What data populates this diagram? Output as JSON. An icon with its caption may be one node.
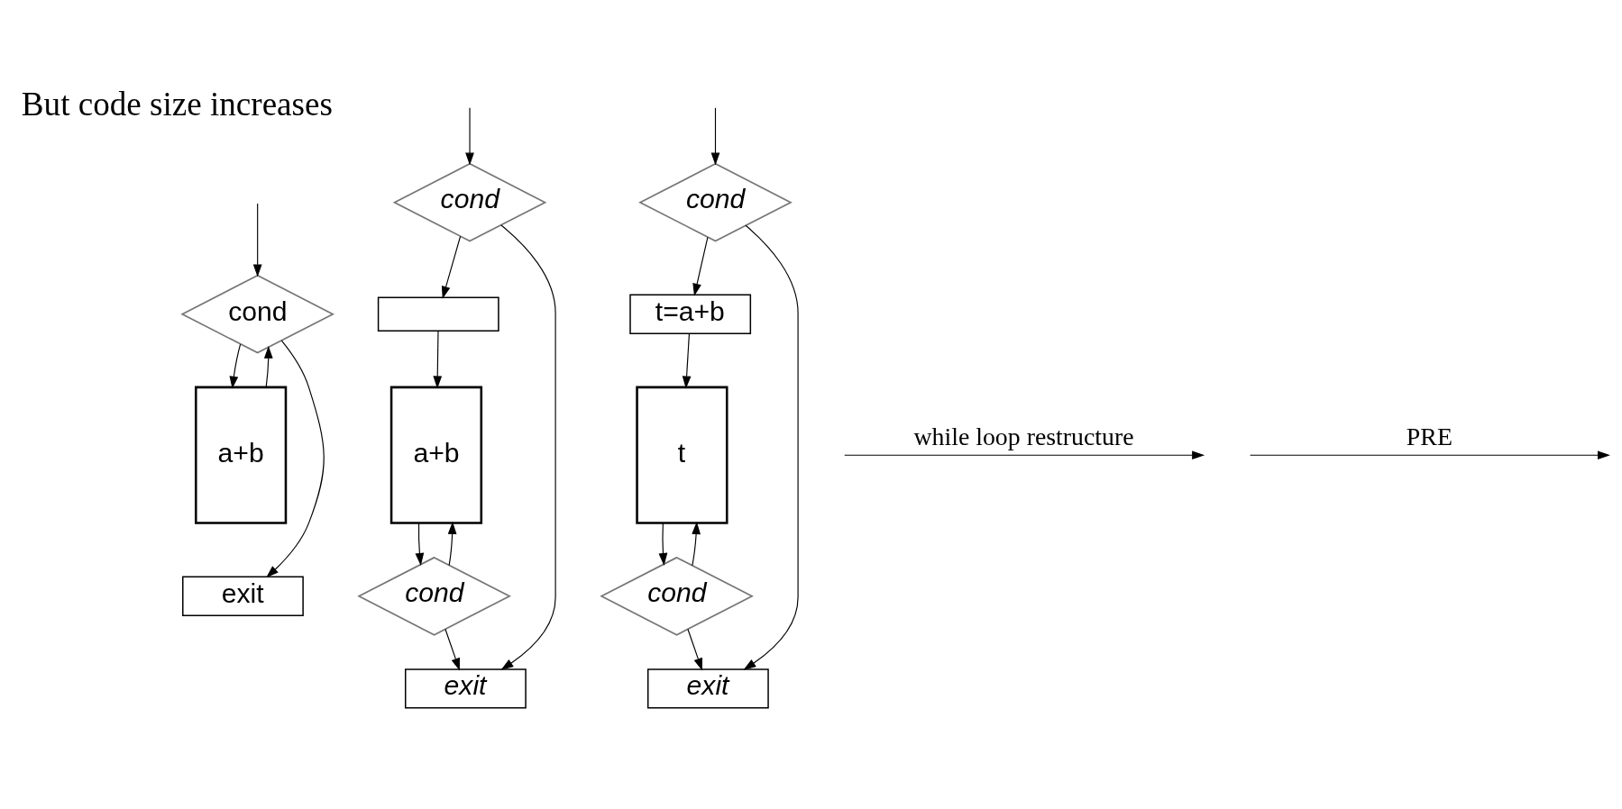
{
  "diagram": {
    "nodes": [
      {
        "text": [
          "cond"
        ]
      },
      {
        "text": [
          "a+b"
        ]
      },
      {
        "text": [
          "exit"
        ]
      },
      {
        "text": [
          "cond"
        ]
      },
      {
        "text": [],
        "shape": "box"
      },
      {
        "text": [
          "a+b"
        ]
      },
      {
        "text": [
          "cond"
        ]
      },
      {
        "text": [
          "exit"
        ]
      },
      {
        "text": [
          "cond"
        ]
      },
      {
        "text": [
          "t=a+b"
        ]
      },
      {
        "text": [
          "t"
        ]
      },
      {
        "text": [
          "cond"
        ]
      },
      {
        "text": [
          "exit"
        ]
      }
    ],
    "edges": [
      {
        "from": null,
        "to": 0,
        "arrow": "to"
      },
      {
        "from": 0,
        "to": 1,
        "arrow": "to"
      },
      {
        "from": 1,
        "to": 0,
        "arrow": "to"
      },
      {
        "from": 0,
        "to": 2,
        "arrow": "to"
      },
      {
        "from": null,
        "to": 3,
        "arrow": "to"
      },
      {
        "from": 3,
        "to": 4,
        "arrow": "to"
      },
      {
        "from": 4,
        "to": 5,
        "arrow": "to"
      },
      {
        "from": 6,
        "to": 5,
        "arrow": "to"
      },
      {
        "from": 5,
        "to": 6,
        "arrow": "to"
      },
      {
        "from": 6,
        "to": 7,
        "arrow": "to"
      },
      {
        "from": 3,
        "to": 7,
        "arrow": "to"
      },
      {
        "from": null,
        "to": 8,
        "arrow": "to"
      },
      {
        "from": 8,
        "to": 9,
        "arrow": "to"
      },
      {
        "from": 9,
        "to": 10,
        "arrow": "to"
      },
      {
        "from": 11,
        "to": 10,
        "arrow": "to"
      },
      {
        "from": 10,
        "to": 11,
        "arrow": "to"
      },
      {
        "from": 11,
        "to": 12,
        "arrow": "to"
      },
      {
        "from": 8,
        "to": 12,
        "arrow": "to"
      }
    ],
    "labels": [
      "But code size increases",
      "while loop restructure",
      "PRE"
    ]
  }
}
